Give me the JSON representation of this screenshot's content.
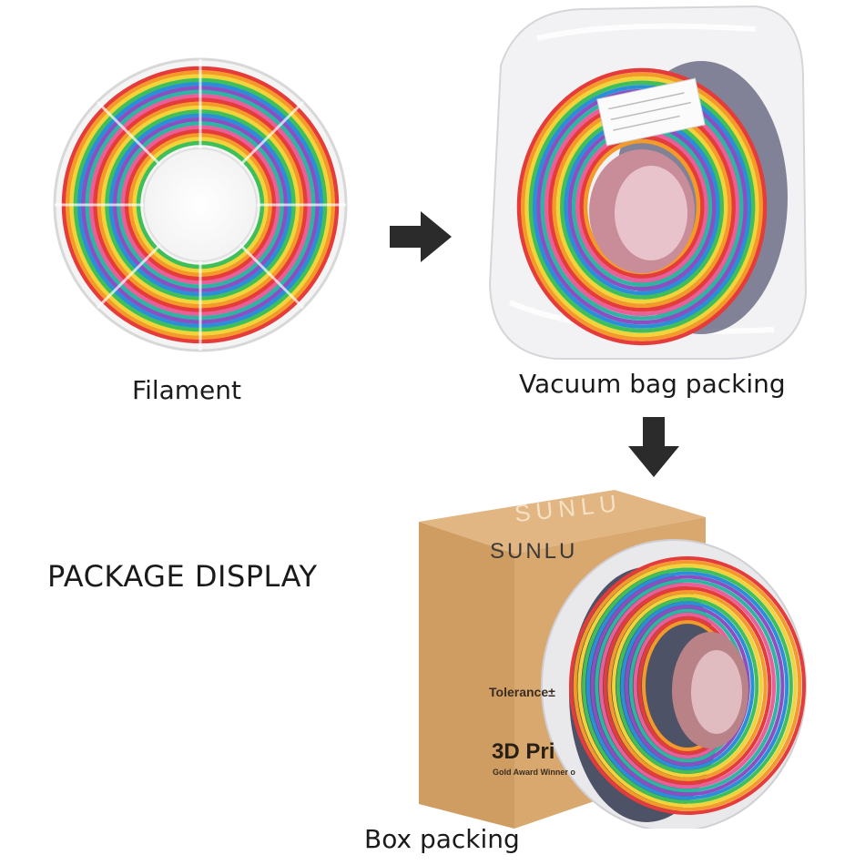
{
  "captions": {
    "filament": "Filament",
    "vacuum": "Vacuum bag packing",
    "box": "Box packing",
    "title": "PACKAGE DISPLAY"
  },
  "box_print": {
    "brand": "SUNLU",
    "brand_ghost": "SUNLU",
    "tolerance": "Tolerance±",
    "product": "3D Pri",
    "award": "Gold Award Winner o"
  },
  "colors": {
    "arrow": "#2b2b2b",
    "kraft": "#d2a06a",
    "ring_palette": [
      "#e63b3b",
      "#f39a2a",
      "#f2d43a",
      "#3fbf5a",
      "#2a8fd6",
      "#8a4fc2",
      "#2fb3a3",
      "#e85f9a"
    ]
  },
  "icons": {
    "arrow_right": "arrow-right-icon",
    "arrow_down": "arrow-down-icon"
  }
}
